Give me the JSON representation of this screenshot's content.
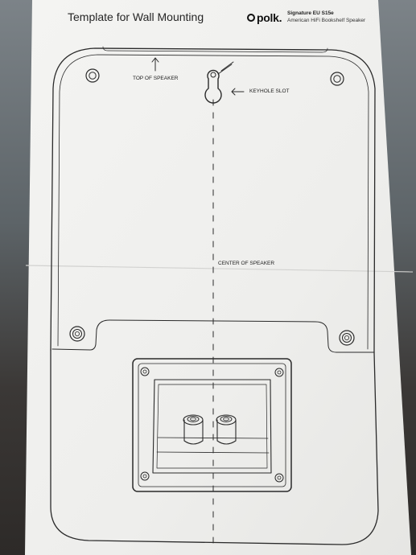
{
  "header": {
    "title": "Template for Wall Mounting",
    "brand": "polk.",
    "model": "Signature EU S15e",
    "subtitle": "American HiFi Bookshelf Speaker"
  },
  "annotations": {
    "top": "TOP OF SPEAKER",
    "keyhole": "KEYHOLE SLOT",
    "center": "CENTER OF SPEAKER"
  },
  "colors": {
    "paper": "#f1f1ef",
    "line": "#2a2a2a",
    "background": "#4a4744"
  }
}
